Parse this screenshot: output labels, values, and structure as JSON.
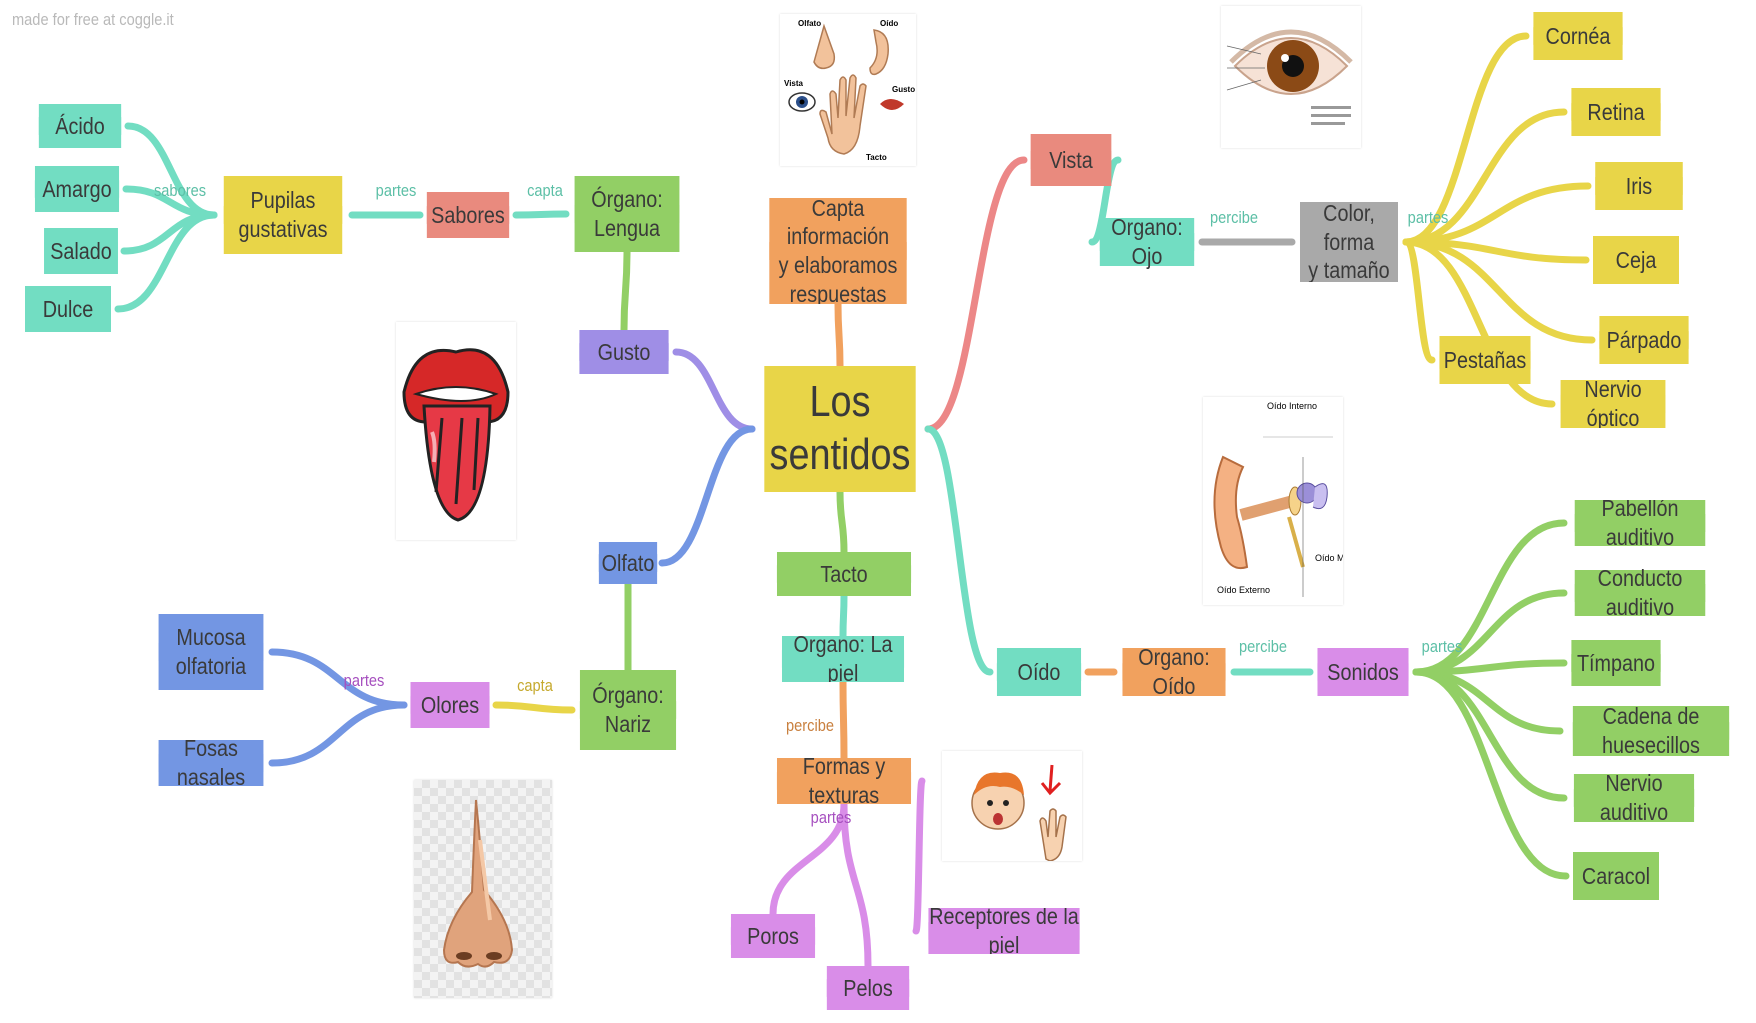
{
  "watermark": "made for free at coggle.it",
  "colors": {
    "yellow": "#e8d548",
    "salmon": "#e98a7e",
    "teal": "#72ddc2",
    "green": "#92cf65",
    "purple": "#9f8ee6",
    "blue": "#7396e3",
    "orange": "#f1a15e",
    "gray": "#a9a9a9",
    "pink": "#d98de8",
    "vista_line": "#ec8787",
    "oido_line": "#72ddc2"
  },
  "nodes": [
    {
      "id": "root",
      "text": "Los\nsentidos",
      "color": "yellow",
      "size": "big"
    },
    {
      "id": "capta",
      "text": "Capta información\ny elaboramos\nrespuestas",
      "color": "orange"
    },
    {
      "id": "gusto",
      "text": "Gusto",
      "color": "purple"
    },
    {
      "id": "lengua",
      "text": "Órgano:\nLengua",
      "color": "green"
    },
    {
      "id": "sabores",
      "text": "Sabores",
      "color": "salmon"
    },
    {
      "id": "pupilas",
      "text": "Pupilas\ngustativas",
      "color": "yellow"
    },
    {
      "id": "acido",
      "text": "Ácido",
      "color": "teal"
    },
    {
      "id": "amargo",
      "text": "Amargo",
      "color": "teal"
    },
    {
      "id": "salado",
      "text": "Salado",
      "color": "teal"
    },
    {
      "id": "dulce",
      "text": "Dulce",
      "color": "teal"
    },
    {
      "id": "olfato",
      "text": "Olfato",
      "color": "blue"
    },
    {
      "id": "nariz",
      "text": "Órgano:\nNariz",
      "color": "green"
    },
    {
      "id": "olores",
      "text": "Olores",
      "color": "pink"
    },
    {
      "id": "mucosa",
      "text": "Mucosa\nolfatoria",
      "color": "blue"
    },
    {
      "id": "fosas",
      "text": "Fosas nasales",
      "color": "blue"
    },
    {
      "id": "tacto",
      "text": "Tacto",
      "color": "green"
    },
    {
      "id": "piel",
      "text": "Órgano: La piel",
      "color": "teal"
    },
    {
      "id": "formas",
      "text": "Formas y texturas",
      "color": "orange"
    },
    {
      "id": "poros",
      "text": "Poros",
      "color": "pink"
    },
    {
      "id": "pelos",
      "text": "Pelos",
      "color": "pink"
    },
    {
      "id": "receptores",
      "text": "Receptores de la piel",
      "color": "pink"
    },
    {
      "id": "vista",
      "text": "Vista",
      "color": "salmon"
    },
    {
      "id": "ojo",
      "text": "Órgano: Ojo",
      "color": "teal"
    },
    {
      "id": "color",
      "text": "Color, forma\ny tamaño",
      "color": "gray"
    },
    {
      "id": "cornea",
      "text": "Cornéa",
      "color": "yellow"
    },
    {
      "id": "retina",
      "text": "Retina",
      "color": "yellow"
    },
    {
      "id": "iris",
      "text": "Iris",
      "color": "yellow"
    },
    {
      "id": "ceja",
      "text": "Ceja",
      "color": "yellow"
    },
    {
      "id": "parpado",
      "text": "Párpado",
      "color": "yellow"
    },
    {
      "id": "pestanas",
      "text": "Pestañas",
      "color": "yellow"
    },
    {
      "id": "nervioop",
      "text": "Nervio óptico",
      "color": "yellow"
    },
    {
      "id": "oido",
      "text": "Oído",
      "color": "teal"
    },
    {
      "id": "organooido",
      "text": "Órgano: Oído",
      "color": "orange"
    },
    {
      "id": "sonidos",
      "text": "Sonidos",
      "color": "pink"
    },
    {
      "id": "pabellon",
      "text": "Pabellón auditivo",
      "color": "green"
    },
    {
      "id": "conducto",
      "text": "Conducto auditivo",
      "color": "green"
    },
    {
      "id": "timpano",
      "text": "Tímpano",
      "color": "green"
    },
    {
      "id": "cadena",
      "text": "Cadena de huesecillos",
      "color": "green"
    },
    {
      "id": "nervioaud",
      "text": "Nervio auditivo",
      "color": "green"
    },
    {
      "id": "caracol",
      "text": "Caracol",
      "color": "green"
    }
  ],
  "edges": [
    {
      "from": "root",
      "to": "capta",
      "color": "orange"
    },
    {
      "from": "root",
      "to": "gusto",
      "color": "purple"
    },
    {
      "from": "gusto",
      "to": "lengua",
      "color": "green"
    },
    {
      "from": "lengua",
      "to": "sabores",
      "color": "teal",
      "label": "capta"
    },
    {
      "from": "sabores",
      "to": "pupilas",
      "color": "teal",
      "label": "partes"
    },
    {
      "from": "pupilas",
      "to": "acido",
      "color": "teal",
      "label": "sabores"
    },
    {
      "from": "pupilas",
      "to": "amargo",
      "color": "teal"
    },
    {
      "from": "pupilas",
      "to": "salado",
      "color": "teal"
    },
    {
      "from": "pupilas",
      "to": "dulce",
      "color": "teal"
    },
    {
      "from": "root",
      "to": "olfato",
      "color": "blue"
    },
    {
      "from": "olfato",
      "to": "nariz",
      "color": "green"
    },
    {
      "from": "nariz",
      "to": "olores",
      "color": "yellow",
      "label": "capta"
    },
    {
      "from": "olores",
      "to": "mucosa",
      "color": "blue",
      "label": "partes"
    },
    {
      "from": "olores",
      "to": "fosas",
      "color": "blue"
    },
    {
      "from": "root",
      "to": "tacto",
      "color": "green"
    },
    {
      "from": "tacto",
      "to": "piel",
      "color": "teal"
    },
    {
      "from": "piel",
      "to": "formas",
      "color": "orange",
      "label": "percibe"
    },
    {
      "from": "formas",
      "to": "poros",
      "color": "pink",
      "label": "partes"
    },
    {
      "from": "formas",
      "to": "pelos",
      "color": "pink"
    },
    {
      "from": "formas",
      "to": "receptores",
      "color": "pink"
    },
    {
      "from": "root",
      "to": "vista",
      "color": "vista_line"
    },
    {
      "from": "vista",
      "to": "ojo",
      "color": "teal"
    },
    {
      "from": "ojo",
      "to": "color",
      "color": "gray",
      "label": "percibe"
    },
    {
      "from": "color",
      "to": "cornea",
      "color": "yellow",
      "label": "partes"
    },
    {
      "from": "color",
      "to": "retina",
      "color": "yellow"
    },
    {
      "from": "color",
      "to": "iris",
      "color": "yellow"
    },
    {
      "from": "color",
      "to": "ceja",
      "color": "yellow"
    },
    {
      "from": "color",
      "to": "parpado",
      "color": "yellow"
    },
    {
      "from": "color",
      "to": "pestanas",
      "color": "yellow"
    },
    {
      "from": "color",
      "to": "nervioop",
      "color": "yellow"
    },
    {
      "from": "root",
      "to": "oido",
      "color": "oido_line"
    },
    {
      "from": "oido",
      "to": "organooido",
      "color": "orange"
    },
    {
      "from": "organooido",
      "to": "sonidos",
      "color": "teal",
      "label": "percibe"
    },
    {
      "from": "sonidos",
      "to": "pabellon",
      "color": "green",
      "label": "partes"
    },
    {
      "from": "sonidos",
      "to": "conducto",
      "color": "green"
    },
    {
      "from": "sonidos",
      "to": "timpano",
      "color": "green"
    },
    {
      "from": "sonidos",
      "to": "cadena",
      "color": "green"
    },
    {
      "from": "sonidos",
      "to": "nervioaud",
      "color": "green"
    },
    {
      "from": "sonidos",
      "to": "caracol",
      "color": "green"
    }
  ],
  "images": [
    {
      "id": "senses-illustration",
      "labels": [
        "Olfato",
        "Oído",
        "Vista",
        "Gusto",
        "Tacto"
      ]
    },
    {
      "id": "lips-tongue-illustration"
    },
    {
      "id": "eye-diagram"
    },
    {
      "id": "ear-anatomy-diagram",
      "labels": [
        "Oído Interno",
        "Oído Me",
        "Oído Externo"
      ]
    },
    {
      "id": "child-touch-illustration"
    },
    {
      "id": "nose-illustration"
    }
  ]
}
